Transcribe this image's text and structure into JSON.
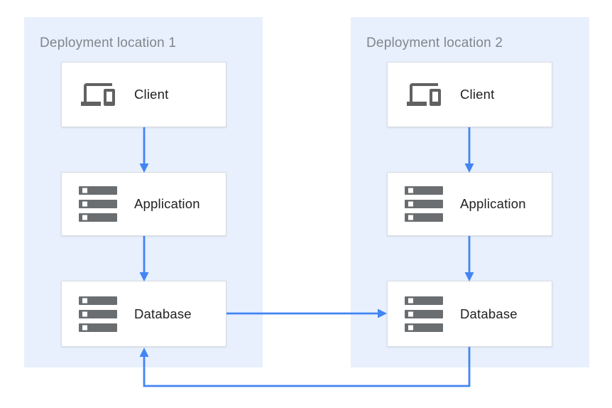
{
  "diagram": {
    "locations": [
      {
        "title": "Deployment location 1",
        "nodes": [
          {
            "label": "Client",
            "icon": "devices-icon"
          },
          {
            "label": "Application",
            "icon": "server-stack-icon"
          },
          {
            "label": "Database",
            "icon": "server-stack-icon"
          }
        ]
      },
      {
        "title": "Deployment location 2",
        "nodes": [
          {
            "label": "Client",
            "icon": "devices-icon"
          },
          {
            "label": "Application",
            "icon": "server-stack-icon"
          },
          {
            "label": "Database",
            "icon": "server-stack-icon"
          }
        ]
      }
    ],
    "connections": [
      {
        "from": "location-1-client",
        "to": "location-1-application"
      },
      {
        "from": "location-1-application",
        "to": "location-1-database"
      },
      {
        "from": "location-2-client",
        "to": "location-2-application"
      },
      {
        "from": "location-2-application",
        "to": "location-2-database"
      },
      {
        "from": "location-1-database",
        "to": "location-2-database"
      },
      {
        "from": "location-2-database",
        "to": "location-1-database"
      }
    ],
    "colors": {
      "panel_background": "#e8f0fe",
      "arrow_blue": "#4285f4",
      "box_border": "#d9dce0",
      "icon_gray": "#616161",
      "title_gray": "#80868b",
      "label_text": "#212121"
    }
  }
}
